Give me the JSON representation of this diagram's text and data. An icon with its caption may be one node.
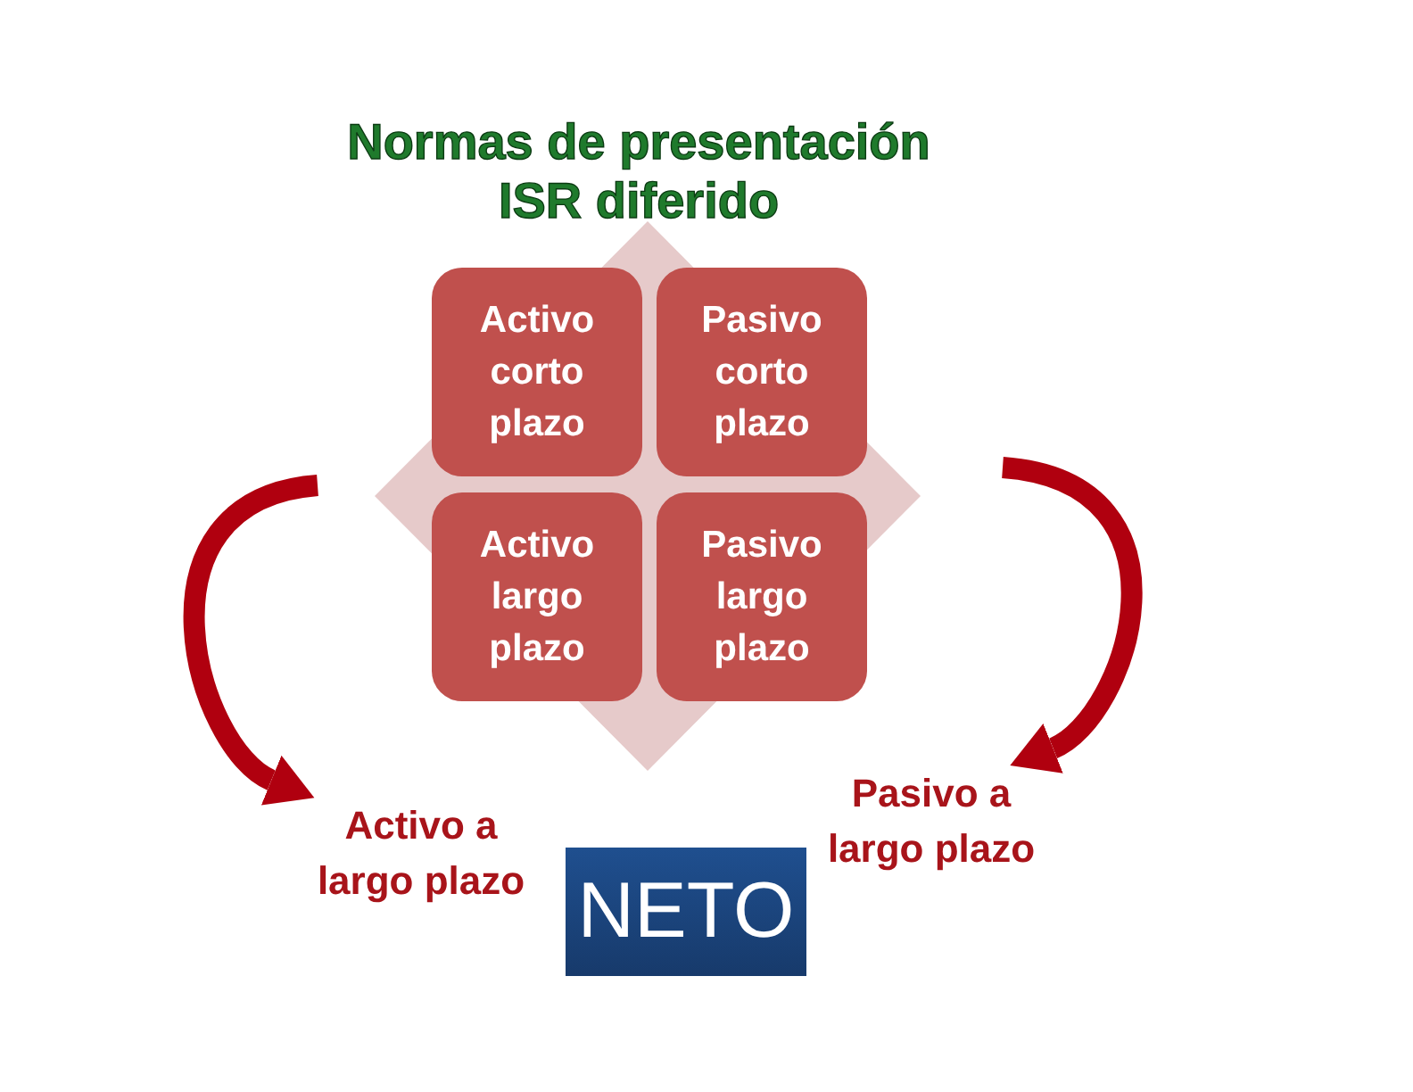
{
  "diagram": {
    "title": "Normas de presentación ISR diferido",
    "nodes": [
      {
        "text": [
          "Activo corto plazo"
        ]
      },
      {
        "text": [
          "Pasivo corto plazo"
        ]
      },
      {
        "text": [
          "Activo largo plazo"
        ]
      },
      {
        "text": [
          "Pasivo largo plazo"
        ]
      },
      {
        "text": [
          "Activo a largo plazo"
        ]
      },
      {
        "text": [
          "Pasivo a largo plazo"
        ]
      },
      {
        "text": [
          "NETO"
        ]
      }
    ],
    "edges": [
      {
        "from": null,
        "to": 4,
        "arrow": "to"
      },
      {
        "from": null,
        "to": 5,
        "arrow": "to"
      }
    ]
  }
}
